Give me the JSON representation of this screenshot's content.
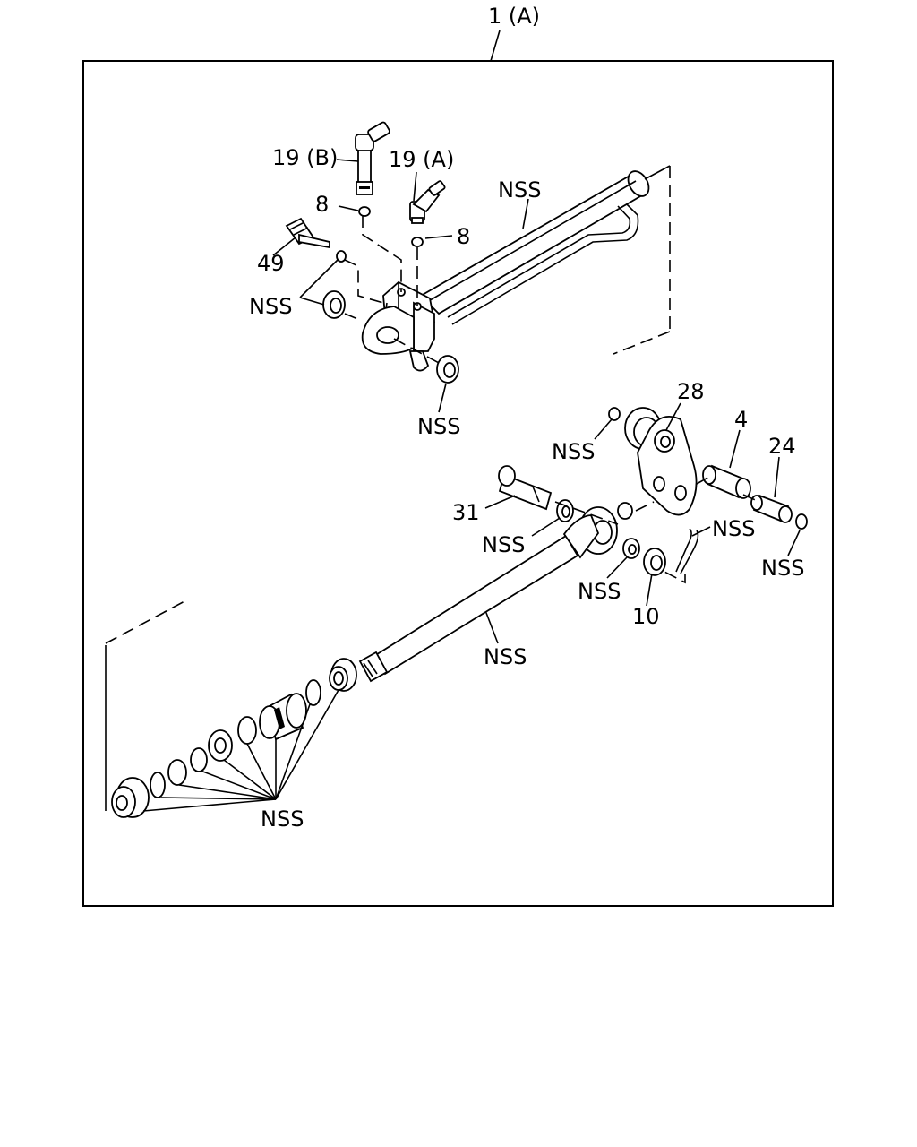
{
  "diagram": {
    "assembly_label": "1 (A)",
    "labels": {
      "p19b": "19 (B)",
      "p19a": "19 (A)",
      "p8a": "8",
      "p8b": "8",
      "p49": "49",
      "nss_seals_upper": "NSS",
      "nss_housing": "NSS",
      "nss_lower_washer": "NSS",
      "p28": "28",
      "p4": "4",
      "p24": "24",
      "nss_oring_28": "NSS",
      "p31": "31",
      "nss_washer_31": "NSS",
      "nss_cotter_pin": "NSS",
      "nss_oring_24": "NSS",
      "nss_washer_rod": "NSS",
      "p10": "10",
      "nss_rod": "NSS",
      "nss_seal_kit": "NSS"
    }
  }
}
